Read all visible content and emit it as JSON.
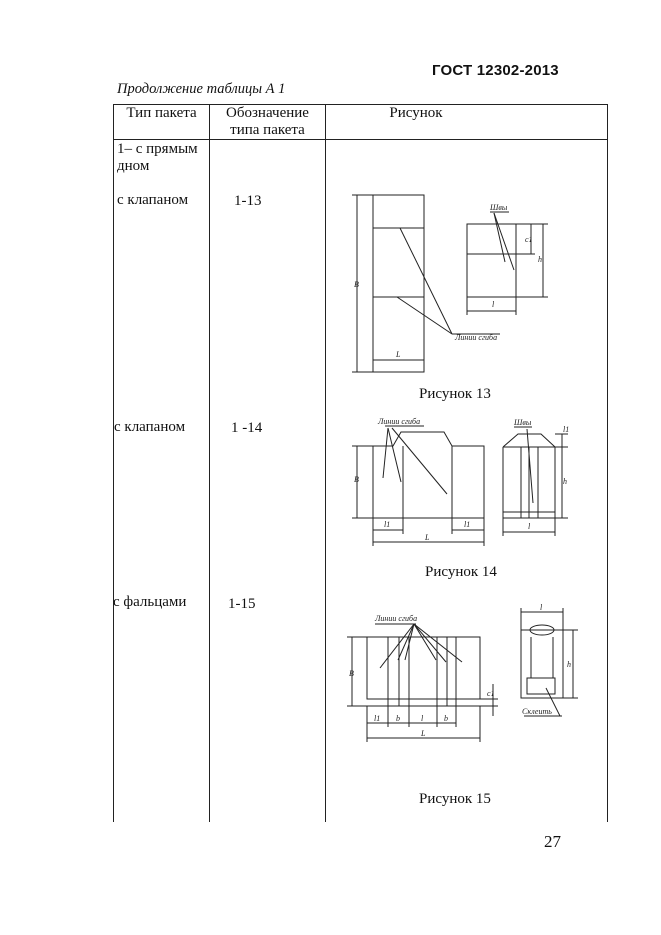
{
  "header": {
    "standard_code": "ГОСТ 12302-2013"
  },
  "table_caption": "Продолжение таблицы А 1",
  "table": {
    "columns": [
      "Тип пакета",
      "Обозначение типа пакета",
      "Рисунок"
    ],
    "column_lines": {
      "col2": [
        "Обозначение",
        "типа пакета"
      ]
    },
    "group_label": "1– с прямым дном",
    "group_lines": [
      "1– с прямым",
      "дном"
    ],
    "rows": [
      {
        "type": "с клапаном",
        "code": "1-13",
        "figure": "Рисунок 13"
      },
      {
        "type": "с клапаном",
        "code": "1 -14",
        "figure": "Рисунок 14"
      },
      {
        "type": "с фальцами",
        "code": "1-15",
        "figure": "Рисунок 15"
      }
    ]
  },
  "figure_labels": {
    "seams": "Швы",
    "fold_lines": "Линии сгиба",
    "glue": "Склеить",
    "B": "B",
    "L": "L",
    "l": "l",
    "l1": "l1",
    "h": "h",
    "c1": "c1",
    "b": "b"
  },
  "page_number": "27"
}
